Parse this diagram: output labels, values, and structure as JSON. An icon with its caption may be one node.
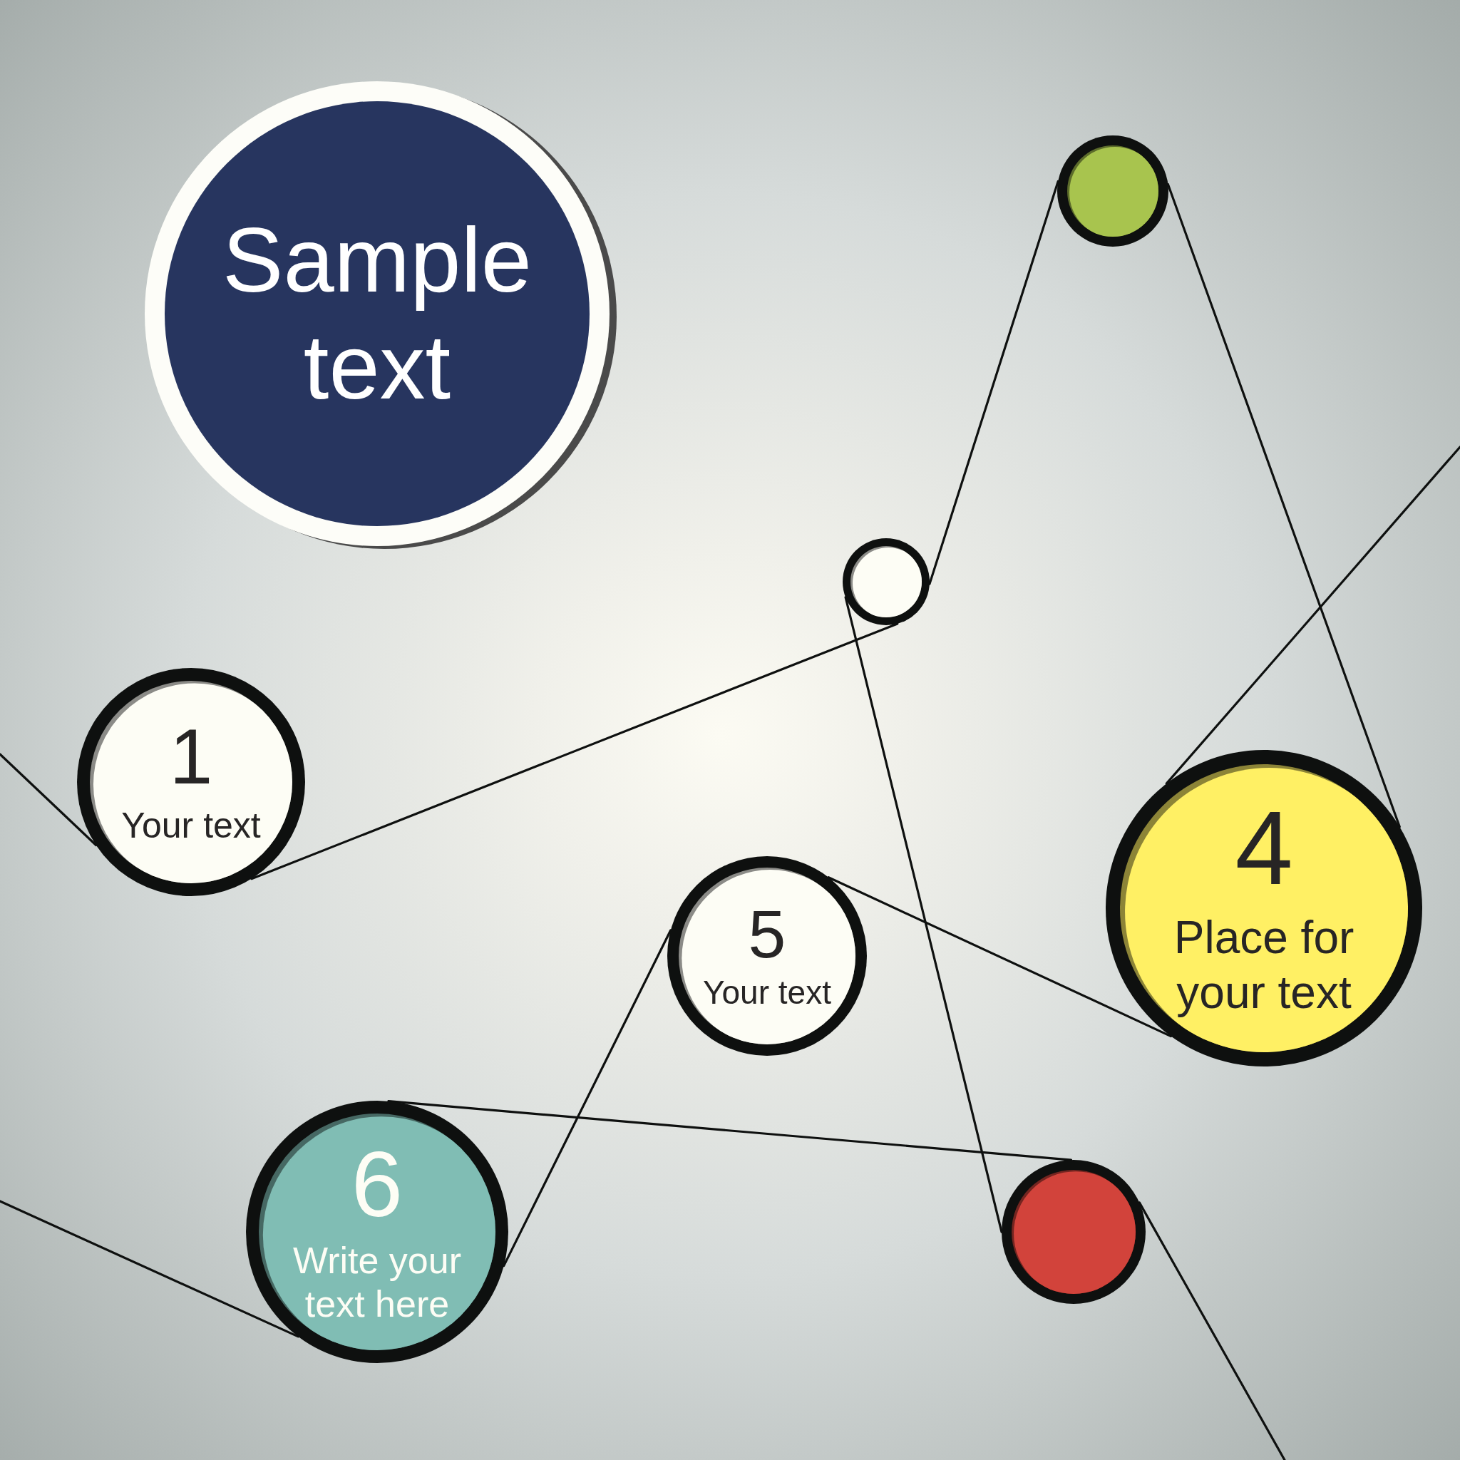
{
  "diagram": {
    "nodes": [
      {
        "text": [
          "Sample text"
        ]
      },
      {
        "text": [],
        "shape": "circle"
      },
      {
        "text": [],
        "shape": "circle"
      },
      {
        "text": [
          "1",
          "Your text"
        ]
      },
      {
        "text": [
          "4",
          "Place for your text"
        ]
      },
      {
        "text": [
          "5",
          "Your text"
        ]
      },
      {
        "text": [
          "6",
          "Write your text here"
        ]
      },
      {
        "text": [],
        "shape": "circle"
      }
    ],
    "edges": [
      {
        "from": null,
        "to": 3,
        "arrow": "none"
      },
      {
        "from": 3,
        "to": 2,
        "arrow": "none"
      },
      {
        "from": 2,
        "to": 1,
        "arrow": "none"
      },
      {
        "from": 1,
        "to": 4,
        "arrow": "none"
      },
      {
        "from": null,
        "to": 4,
        "arrow": "none"
      },
      {
        "from": 4,
        "to": 5,
        "arrow": "none"
      },
      {
        "from": 5,
        "to": 6,
        "arrow": "none"
      },
      {
        "from": 6,
        "to": null,
        "arrow": "none"
      },
      {
        "from": 2,
        "to": 7,
        "arrow": "none"
      },
      {
        "from": 7,
        "to": 6,
        "arrow": "none"
      },
      {
        "from": 7,
        "to": null,
        "arrow": "none"
      }
    ]
  }
}
